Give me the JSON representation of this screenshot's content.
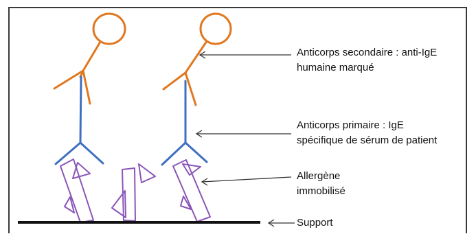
{
  "labels": {
    "secondary_antibody": {
      "line1": "Anticorps secondaire : anti-IgE",
      "line2": "humaine marqué"
    },
    "primary_antibody": {
      "line1": "Anticorps primaire : IgE",
      "line2": "spécifique de sérum de patient"
    },
    "allergen": {
      "line1": "Allergène",
      "line2": "immobilisé"
    },
    "support": {
      "line1": "Support"
    }
  },
  "colors": {
    "frame": "#3a3a3a",
    "secondary_antibody": "#e07820",
    "primary_antibody": "#3f6fc0",
    "allergen": "#8a55b8",
    "support": "#111111",
    "arrow": "#333333"
  }
}
